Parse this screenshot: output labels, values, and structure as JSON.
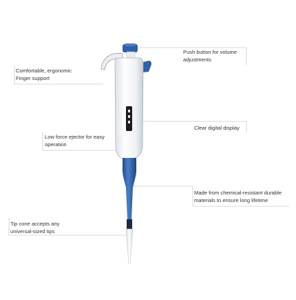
{
  "callouts": {
    "push_button": {
      "line1": "Push button for volume",
      "line2": "adjustments"
    },
    "finger_support": {
      "line1": "Comfortable, ergonomic",
      "line2": "Finger support"
    },
    "ejector": {
      "line1": "Low force ejector for easy",
      "line2": "operation"
    },
    "display": {
      "line1": "Clear digital display"
    },
    "material": {
      "line1": "Made from chemical-resistant durable",
      "line2": "materials to ensure long lifetime"
    },
    "tip_cone": {
      "line1": "Tip cone accepts any",
      "line2": "universal-sized tips"
    }
  },
  "colors": {
    "accent_blue": "#2f5fa8",
    "body_white": "#f4f5f7",
    "leader_line": "#c9ccd1",
    "text": "#333333"
  }
}
